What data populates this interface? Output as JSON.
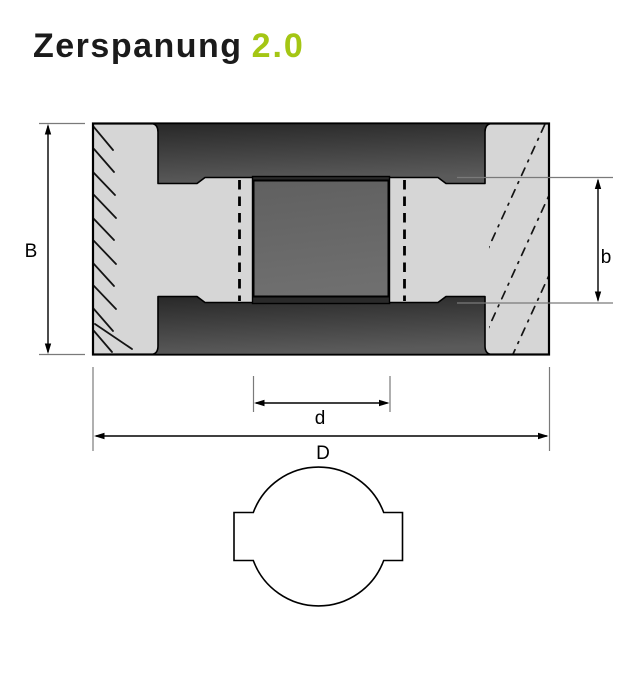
{
  "logo": {
    "brand": "Zerspanung",
    "version": "2.0"
  },
  "dim_labels": {
    "B": "B",
    "b": "b",
    "d": "d",
    "D": "D"
  },
  "colors": {
    "background": "#ffffff",
    "accent_green": "#a4c614",
    "logo_text": "#1b1b1b",
    "body_fill": "#d6d6d6",
    "dark_band_top": "#282828",
    "dark_band_bottom": "#5a5a5a",
    "bore_fill": "#666666",
    "outline": "#000000",
    "extension_line": "#7a7a7a"
  }
}
